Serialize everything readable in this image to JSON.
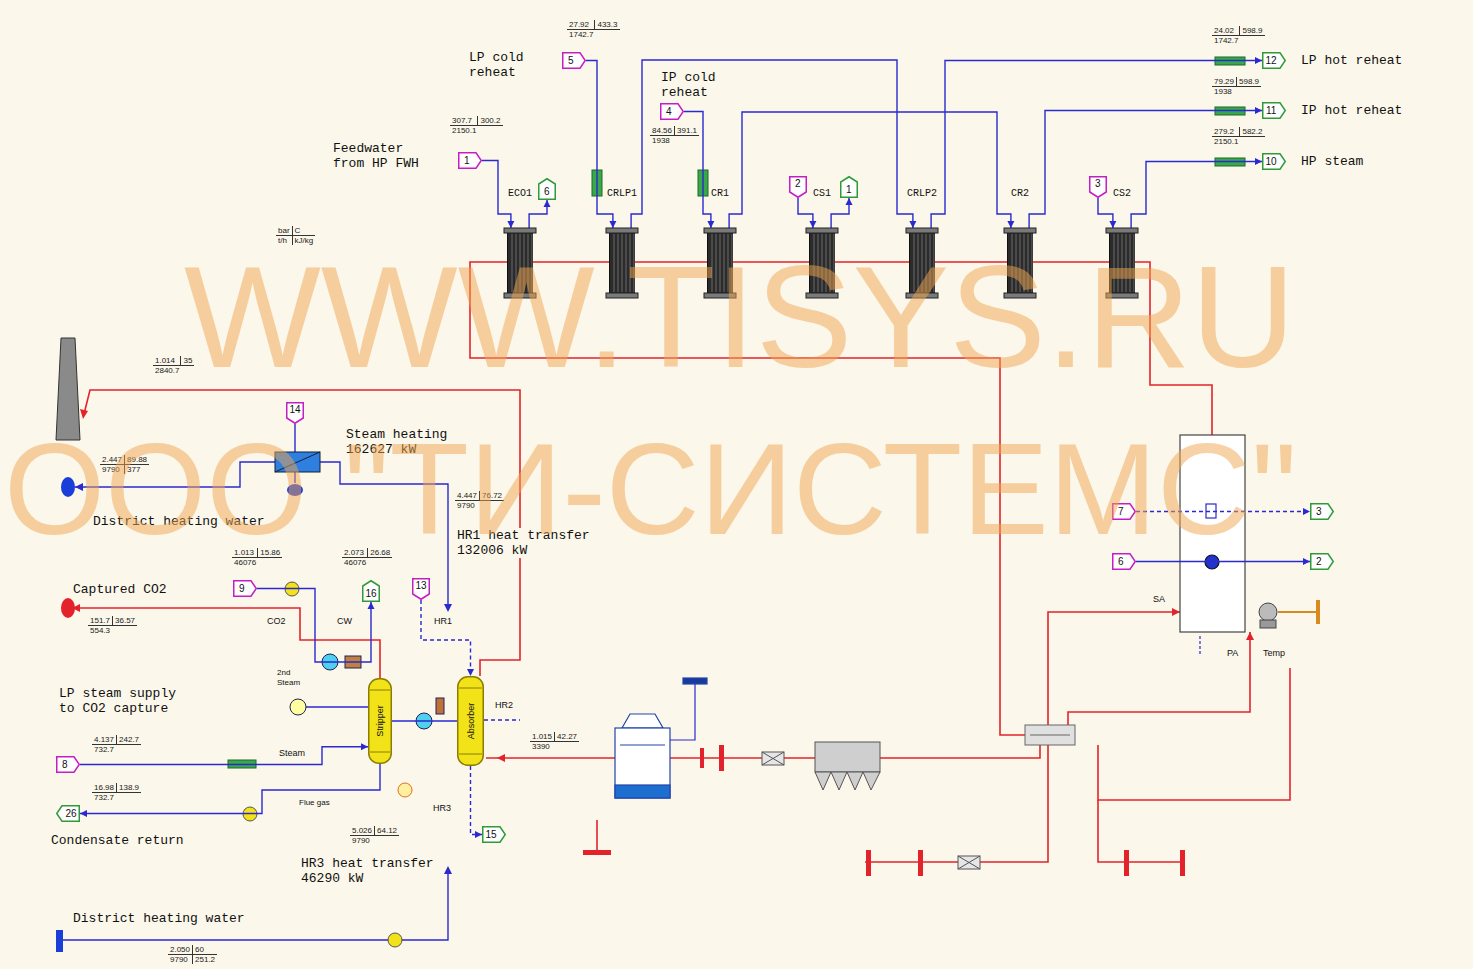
{
  "diagram": {
    "nodes": [
      {
        "text": [
          "1"
        ]
      },
      {
        "text": [
          "ECO1"
        ]
      },
      {
        "text": [
          "6"
        ]
      },
      {
        "text": [
          "5"
        ]
      },
      {
        "text": [
          "CRLP1"
        ]
      },
      {
        "text": [
          "4"
        ]
      },
      {
        "text": [
          "CR1"
        ]
      },
      {
        "text": [
          "2"
        ]
      },
      {
        "text": [
          "CS1"
        ]
      },
      {
        "text": [
          "1"
        ]
      },
      {
        "text": [
          "CRLP2"
        ]
      },
      {
        "text": [
          "CR2"
        ]
      },
      {
        "text": [
          "3"
        ]
      },
      {
        "text": [
          "CS2"
        ]
      },
      {
        "text": [
          "12"
        ]
      },
      {
        "text": [
          "11"
        ]
      },
      {
        "text": [
          "10"
        ]
      },
      {
        "text": [
          "7"
        ]
      },
      {
        "text": [
          "3"
        ]
      },
      {
        "text": [
          "6"
        ]
      },
      {
        "text": [
          "2"
        ]
      },
      {
        "text": [
          "14"
        ]
      },
      {
        "text": [
          "9"
        ]
      },
      {
        "text": [
          "16"
        ]
      },
      {
        "text": [
          "13"
        ]
      },
      {
        "text": [
          "Stripper"
        ]
      },
      {
        "text": [
          "Absorber"
        ]
      },
      {
        "text": [
          "8"
        ]
      },
      {
        "text": [
          "26"
        ]
      },
      {
        "text": [
          "15"
        ]
      }
    ],
    "edges": [
      {
        "from": 0,
        "to": 1,
        "arrow": "to"
      },
      {
        "from": 1,
        "to": 2,
        "arrow": "to"
      },
      {
        "from": 3,
        "to": 4,
        "arrow": "to"
      },
      {
        "from": 4,
        "to": 10,
        "arrow": "to"
      },
      {
        "from": 5,
        "to": 6,
        "arrow": "to"
      },
      {
        "from": 6,
        "to": 11,
        "arrow": "to"
      },
      {
        "from": 7,
        "to": 8,
        "arrow": "to"
      },
      {
        "from": 8,
        "to": 9,
        "arrow": "to"
      },
      {
        "from": 10,
        "to": 14,
        "arrow": "to"
      },
      {
        "from": 11,
        "to": 15,
        "arrow": "to"
      },
      {
        "from": 12,
        "to": 13,
        "arrow": "to"
      },
      {
        "from": 13,
        "to": 16,
        "arrow": "to"
      },
      {
        "from": 17,
        "to": 18,
        "arrow": "to"
      },
      {
        "from": 19,
        "to": 20,
        "arrow": "to"
      },
      {
        "from": 22,
        "to": 23,
        "arrow": "to"
      },
      {
        "from": 24,
        "to": 26,
        "arrow": "to"
      },
      {
        "from": 27,
        "to": 25,
        "arrow": "to"
      },
      {
        "from": 25,
        "to": 28,
        "arrow": "to"
      },
      {
        "from": 25,
        "to": 26,
        "arrow": "none"
      },
      {
        "from": 26,
        "to": 29,
        "arrow": "to"
      }
    ],
    "labels": [
      "LP cold reheat",
      "IP cold reheat",
      "Feedwater from HP FWH",
      "LP hot reheat",
      "IP hot reheat",
      "HP steam",
      "27.92",
      "433.3",
      "1742.7",
      "307.7",
      "300.2",
      "2150.1",
      "84.56",
      "391.1",
      "1938",
      "24.02",
      "598.9",
      "1742.7",
      "79.29",
      "598.9",
      "1938",
      "279.2",
      "582.2",
      "2150.1",
      "bar",
      "C",
      "t/h",
      "kJ/kg",
      "1.014",
      "35",
      "2840.7",
      "Steam heating 162627 kW",
      "2.447",
      "89.88",
      "9790",
      "377",
      "District heating water",
      "4.447",
      "76.72",
      "9790",
      "HR1 heat transfer 132006 kW",
      "1.013",
      "15.86",
      "46076",
      "2.073",
      "26.68",
      "46076",
      "Captured CO2",
      "151.7",
      "36.57",
      "554.3",
      "CO2",
      "CW",
      "HR1",
      "2nd Steam",
      "HR2",
      "LP steam supply to CO2 capture",
      "4.137",
      "242.7",
      "732.7",
      "Steam",
      "16.98",
      "138.9",
      "732.7",
      "Condensate return",
      "Flue gas",
      "HR3",
      "5.026",
      "64.12",
      "9790",
      "HR3 heat transfer 46290 kW",
      "1.015",
      "42.27",
      "3390",
      "District heating water",
      "2.050",
      "60",
      "9790",
      "251.2",
      "SA",
      "PA",
      "Temp",
      "WWW.TISYS.RU",
      "ООО \"ТИ-СИСТЕМС\""
    ]
  }
}
